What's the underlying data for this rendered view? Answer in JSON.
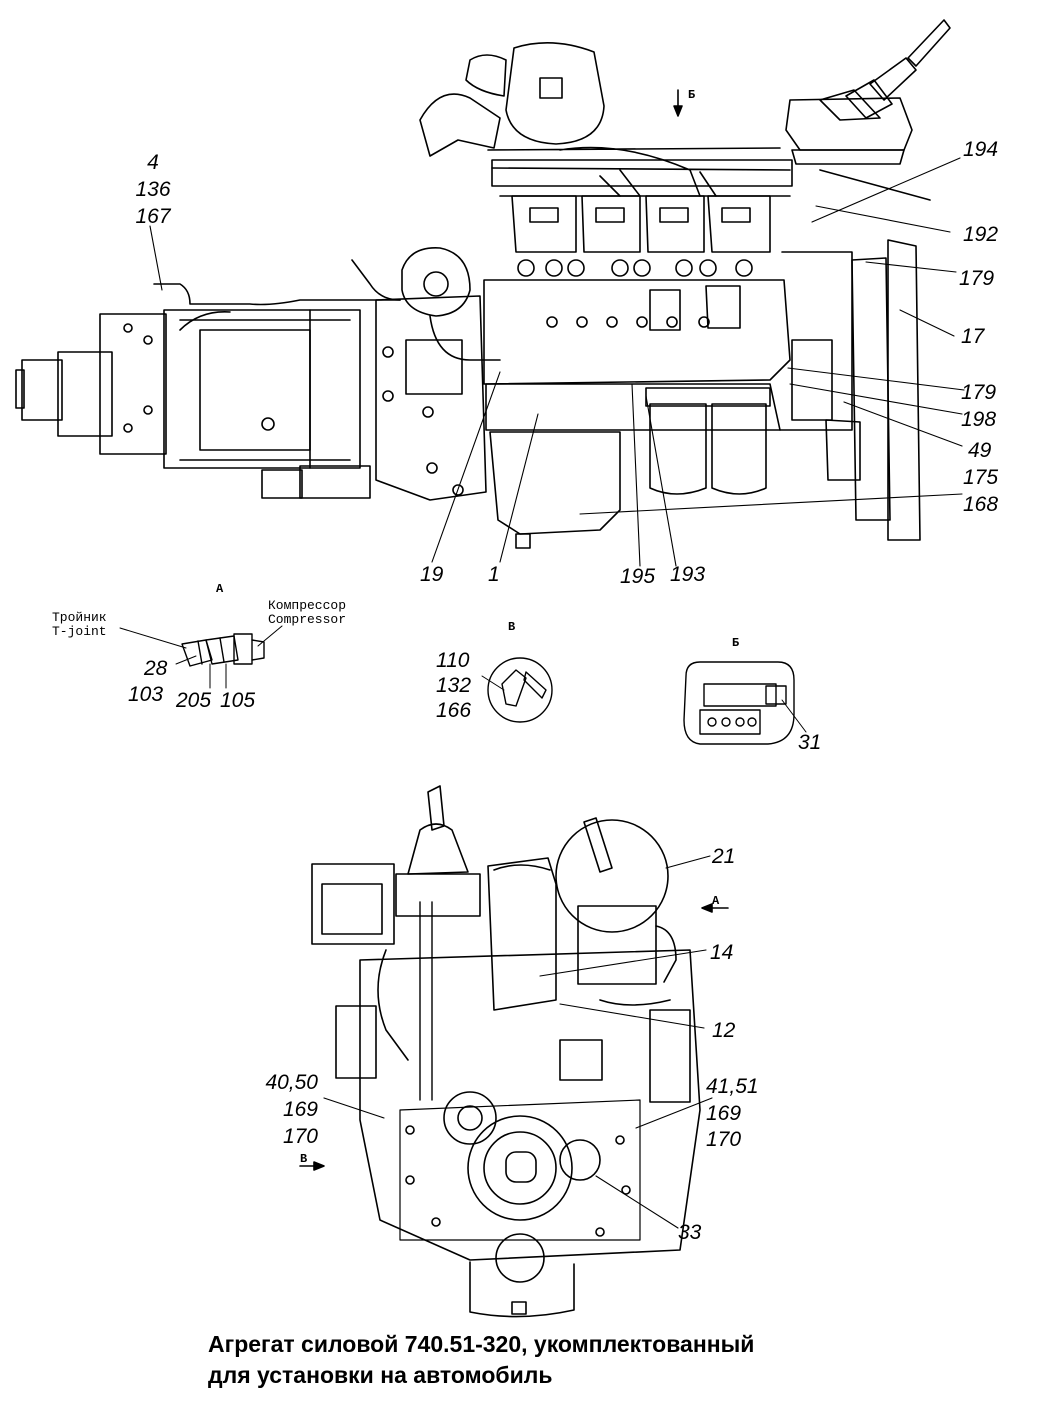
{
  "callouts": {
    "c4": "4",
    "c136": "136",
    "c167": "167",
    "c194": "194",
    "c192": "192",
    "c179a": "179",
    "c17": "17",
    "c179b": "179",
    "c198": "198",
    "c49": "49",
    "c175": "175",
    "c168": "168",
    "c19": "19",
    "c1": "1",
    "c195": "195",
    "c193": "193",
    "c28": "28",
    "c103": "103",
    "c205": "205",
    "c105": "105",
    "c110": "110",
    "c132": "132",
    "c166": "166",
    "c31": "31",
    "c21": "21",
    "c14": "14",
    "c12": "12",
    "c4050": "40,50",
    "c169a": "169",
    "c170a": "170",
    "c4151": "41,51",
    "c169b": "169",
    "c170b": "170",
    "c33": "33"
  },
  "view_a": {
    "letter": "A",
    "tee_ru": "Тройник",
    "tee_en": "T-joint",
    "compressor_ru": "Компрессор",
    "compressor_en": "Compressor"
  },
  "view_v": {
    "letter": "В"
  },
  "view_b": {
    "letter": "Б"
  },
  "arrows": {
    "top_b": "Б",
    "front_a": "А",
    "front_v": "В"
  },
  "caption": {
    "line1": "Агрегат силовой 740.51-320, укомплектованный",
    "line2": "для установки на автомобиль"
  }
}
